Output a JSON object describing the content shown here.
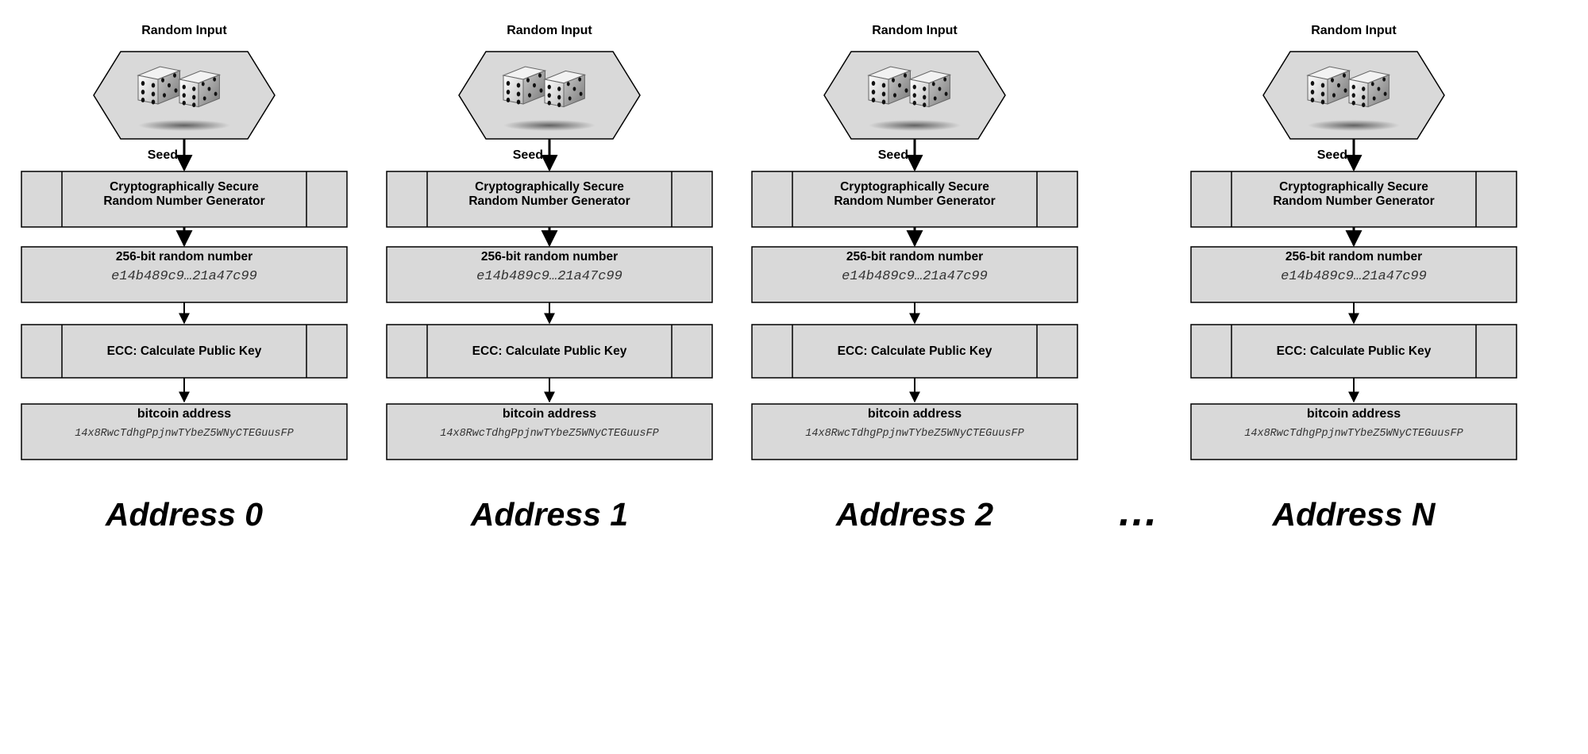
{
  "columns": [
    {
      "input_label": "Random Input",
      "seed_label": "Seed",
      "csrng_line1": "Cryptographically Secure",
      "csrng_line2": "Random Number Generator",
      "random_title": "256-bit random number",
      "random_value": "e14b489c9…21a47c99",
      "ecc_label": "ECC: Calculate Public Key",
      "address_title": "bitcoin address",
      "address_value": "14x8RwcTdhgPpjnwTYbeZ5WNyCTEGuusFP",
      "caption": "Address 0"
    },
    {
      "input_label": "Random Input",
      "seed_label": "Seed",
      "csrng_line1": "Cryptographically Secure",
      "csrng_line2": "Random Number Generator",
      "random_title": "256-bit random number",
      "random_value": "e14b489c9…21a47c99",
      "ecc_label": "ECC: Calculate Public Key",
      "address_title": "bitcoin address",
      "address_value": "14x8RwcTdhgPpjnwTYbeZ5WNyCTEGuusFP",
      "caption": "Address 1"
    },
    {
      "input_label": "Random Input",
      "seed_label": "Seed",
      "csrng_line1": "Cryptographically Secure",
      "csrng_line2": "Random Number Generator",
      "random_title": "256-bit random number",
      "random_value": "e14b489c9…21a47c99",
      "ecc_label": "ECC: Calculate Public Key",
      "address_title": "bitcoin address",
      "address_value": "14x8RwcTdhgPpjnwTYbeZ5WNyCTEGuusFP",
      "caption": "Address 2"
    },
    {
      "input_label": "Random Input",
      "seed_label": "Seed",
      "csrng_line1": "Cryptographically Secure",
      "csrng_line2": "Random Number Generator",
      "random_title": "256-bit random number",
      "random_value": "e14b489c9…21a47c99",
      "ecc_label": "ECC: Calculate Public Key",
      "address_title": "bitcoin address",
      "address_value": "14x8RwcTdhgPpjnwTYbeZ5WNyCTEGuusFP",
      "caption": "Address N"
    }
  ],
  "ellipsis": "…",
  "icons": {
    "input": "dice-icon"
  },
  "colors": {
    "box_fill": "#d9d9d9",
    "stroke": "#000000"
  }
}
